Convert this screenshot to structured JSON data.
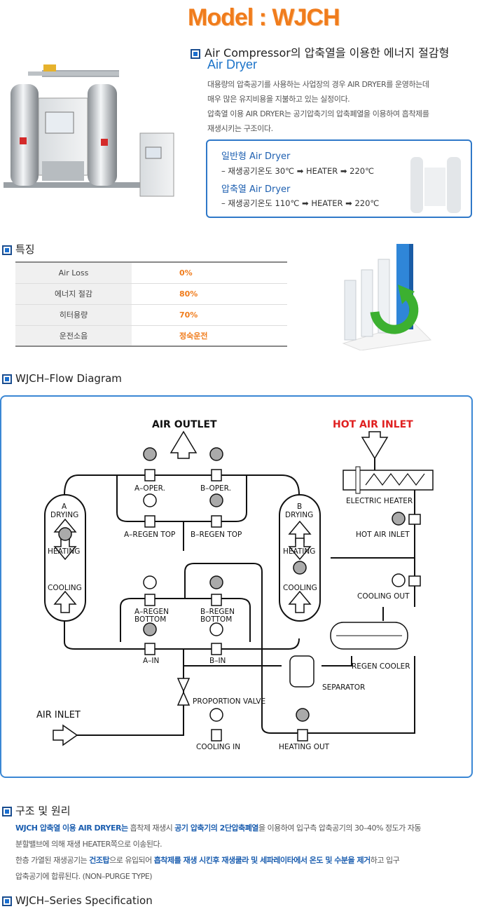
{
  "header": {
    "model_title": "Model : WJCH",
    "heading_line1": "Air Compressor의 압축열을 이용한 에너지 절감형",
    "heading_line2": "Air Dryer",
    "description": [
      "대용량의 압축공기를 사용하는 사업장의 경우 AIR DRYER를 운영하는데",
      "매우 많은 유지비용을 지불하고 있는 실정이다.",
      "압축열 이용 AIR DRYER는 공기압축기의 압축폐열을 이용하여 흡착제를",
      "재생시키는 구조이다."
    ]
  },
  "compare": {
    "general_title": "일반형 Air Dryer",
    "general_row": "– 재생공기온도 30℃  ➡  HEATER  ➡  220℃",
    "compression_title": "압축열 Air Dryer",
    "compression_row": "– 재생공기온도 110℃  ➡  HEATER  ➡  220℃"
  },
  "features": {
    "section_title": "특징",
    "rows": [
      {
        "label": "Air Loss",
        "value": "0%"
      },
      {
        "label": "에너지 절감",
        "value": "80%"
      },
      {
        "label": "히터용량",
        "value": "70%"
      },
      {
        "label": "운전소음",
        "value": "정숙운전"
      }
    ]
  },
  "flow": {
    "section_title": "WJCH–Flow Diagram",
    "labels": {
      "air_outlet": "AIR OUTLET",
      "hot_air_inlet_top": "HOT AIR INLET",
      "electric_heater": "ELECTRIC HEATER",
      "hot_air_inlet": "HOT AIR INLET",
      "cooling_out": "COOLING OUT",
      "regen_cooler": "REGEN COOLER",
      "separator": "SEPARATOR",
      "proportion_valve": "PROPORTION VALVE",
      "air_inlet": "AIR INLET",
      "cooling_in": "COOLING IN",
      "heating_out": "HEATING OUT",
      "a_oper": "A–OPER.",
      "b_oper": "B–OPER.",
      "a_regen_top": "A–REGEN TOP",
      "b_regen_top": "B–REGEN TOP",
      "a_regen_bottom_1": "A–REGEN",
      "a_regen_bottom_2": "BOTTOM",
      "b_regen_bottom_1": "B–REGEN",
      "b_regen_bottom_2": "BOTTOM",
      "a_in": "A–IN",
      "b_in": "B–IN",
      "tower_a": "A",
      "tower_b": "B",
      "drying": "DRYING",
      "heating": "HEATING",
      "cooling": "COOLING"
    }
  },
  "principle": {
    "section_title": "구조 및 원리",
    "p1_a": "WJCH 압축열 이용 AIR DRYER는",
    "p1_b": " 흡착제 재생시 ",
    "p1_c": "공기 압축기의 2단압축폐열",
    "p1_d": "을 이용하여 입구측 압축공기의 30–40% 정도가 자동",
    "p2": "분할밸브에 의해 재생 HEATER쪽으로 이송된다.",
    "p3_a": "한층 가열된 재생공기는 ",
    "p3_b": "건조탑",
    "p3_c": "으로 유입되어 ",
    "p3_d": "흡착제를 재생 시킨후 재생쿨라 및 세파레이타에서 온도 및 수분을 제거",
    "p3_e": "하고 입구",
    "p4": "압축공기에 합류된다. (NON–PURGE TYPE)"
  },
  "spec": {
    "section_title": "WJCH–Series Specification"
  },
  "colors": {
    "accent_orange": "#f07c1c",
    "accent_blue": "#1d74c9",
    "hot_red": "#e02020"
  }
}
